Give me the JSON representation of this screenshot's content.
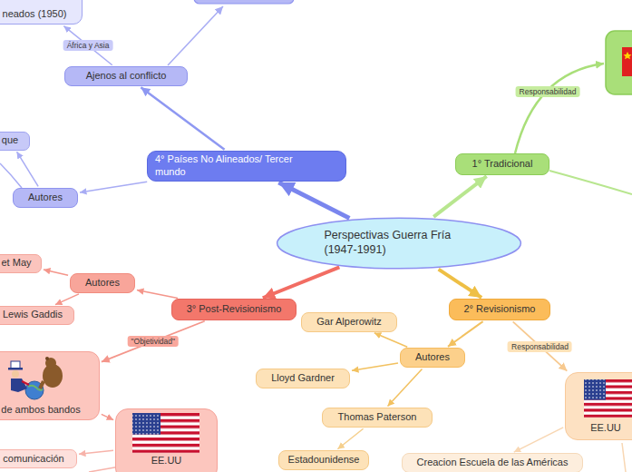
{
  "diagram": {
    "nodes": [
      {
        "text": [
          "neados (1950)"
        ]
      },
      {
        "text": [
          "Ajenos al conflicto"
        ]
      },
      {
        "text": [
          "que"
        ]
      },
      {
        "text": [
          "4° Países No Alineados/ Tercer mundo"
        ]
      },
      {
        "text": [
          "Autores"
        ]
      },
      {
        "text": [
          "1° Tradicional"
        ]
      },
      {
        "text": [
          "Perspectivas Guerra Fría (1947-1991)"
        ]
      },
      {
        "text": [
          "et May"
        ]
      },
      {
        "text": [
          "Autores"
        ]
      },
      {
        "text": [
          "3° Post-Revisionismo"
        ]
      },
      {
        "text": [
          "2° Revisionismo"
        ]
      },
      {
        "text": [
          "Lewis Gaddis"
        ]
      },
      {
        "text": [
          "Gar Alperowitz"
        ]
      },
      {
        "text": [
          "Autores"
        ]
      },
      {
        "text": [
          "Lloyd Gardner"
        ]
      },
      {
        "text": [
          "EE.UU"
        ]
      },
      {
        "text": [
          "de ambos bandos"
        ]
      },
      {
        "text": [
          "Thomas Paterson"
        ]
      },
      {
        "text": [
          "EE.UU"
        ]
      },
      {
        "text": [
          "comunicación"
        ]
      },
      {
        "text": [
          "Estadounidense"
        ]
      },
      {
        "text": [
          "Creacion Escuela de las Américas"
        ]
      }
    ],
    "edges": [
      {
        "from": 6,
        "to": 3,
        "arrow": "to"
      },
      {
        "from": 6,
        "to": 5,
        "arrow": "to"
      },
      {
        "from": 6,
        "to": 10,
        "arrow": "to"
      },
      {
        "from": 6,
        "to": 9,
        "arrow": "to"
      },
      {
        "from": 3,
        "to": 1,
        "arrow": "to"
      },
      {
        "from": 1,
        "to": 0,
        "label": "África y Asia",
        "arrow": "to"
      },
      {
        "from": 3,
        "to": 4,
        "arrow": "to"
      },
      {
        "from": 4,
        "to": 2,
        "arrow": "to"
      },
      {
        "from": 9,
        "to": 8,
        "arrow": "to"
      },
      {
        "from": 8,
        "to": 7,
        "arrow": "to"
      },
      {
        "from": 8,
        "to": 11,
        "arrow": "to"
      },
      {
        "from": 9,
        "to": 16,
        "label": "\"Objetividad\"",
        "arrow": "to"
      },
      {
        "from": 16,
        "to": 18,
        "arrow": "to"
      },
      {
        "from": 18,
        "to": 19,
        "arrow": "to"
      },
      {
        "from": 10,
        "to": 13,
        "arrow": "to"
      },
      {
        "from": 13,
        "to": 12,
        "arrow": "to"
      },
      {
        "from": 13,
        "to": 14,
        "arrow": "to"
      },
      {
        "from": 13,
        "to": 17,
        "arrow": "to"
      },
      {
        "from": 17,
        "to": 20,
        "arrow": "to"
      },
      {
        "from": 10,
        "to": 15,
        "label": "Responsabilidad",
        "arrow": "to"
      },
      {
        "from": 15,
        "to": 21,
        "arrow": "to"
      }
    ],
    "labels": [
      "Responsabilidad"
    ]
  }
}
